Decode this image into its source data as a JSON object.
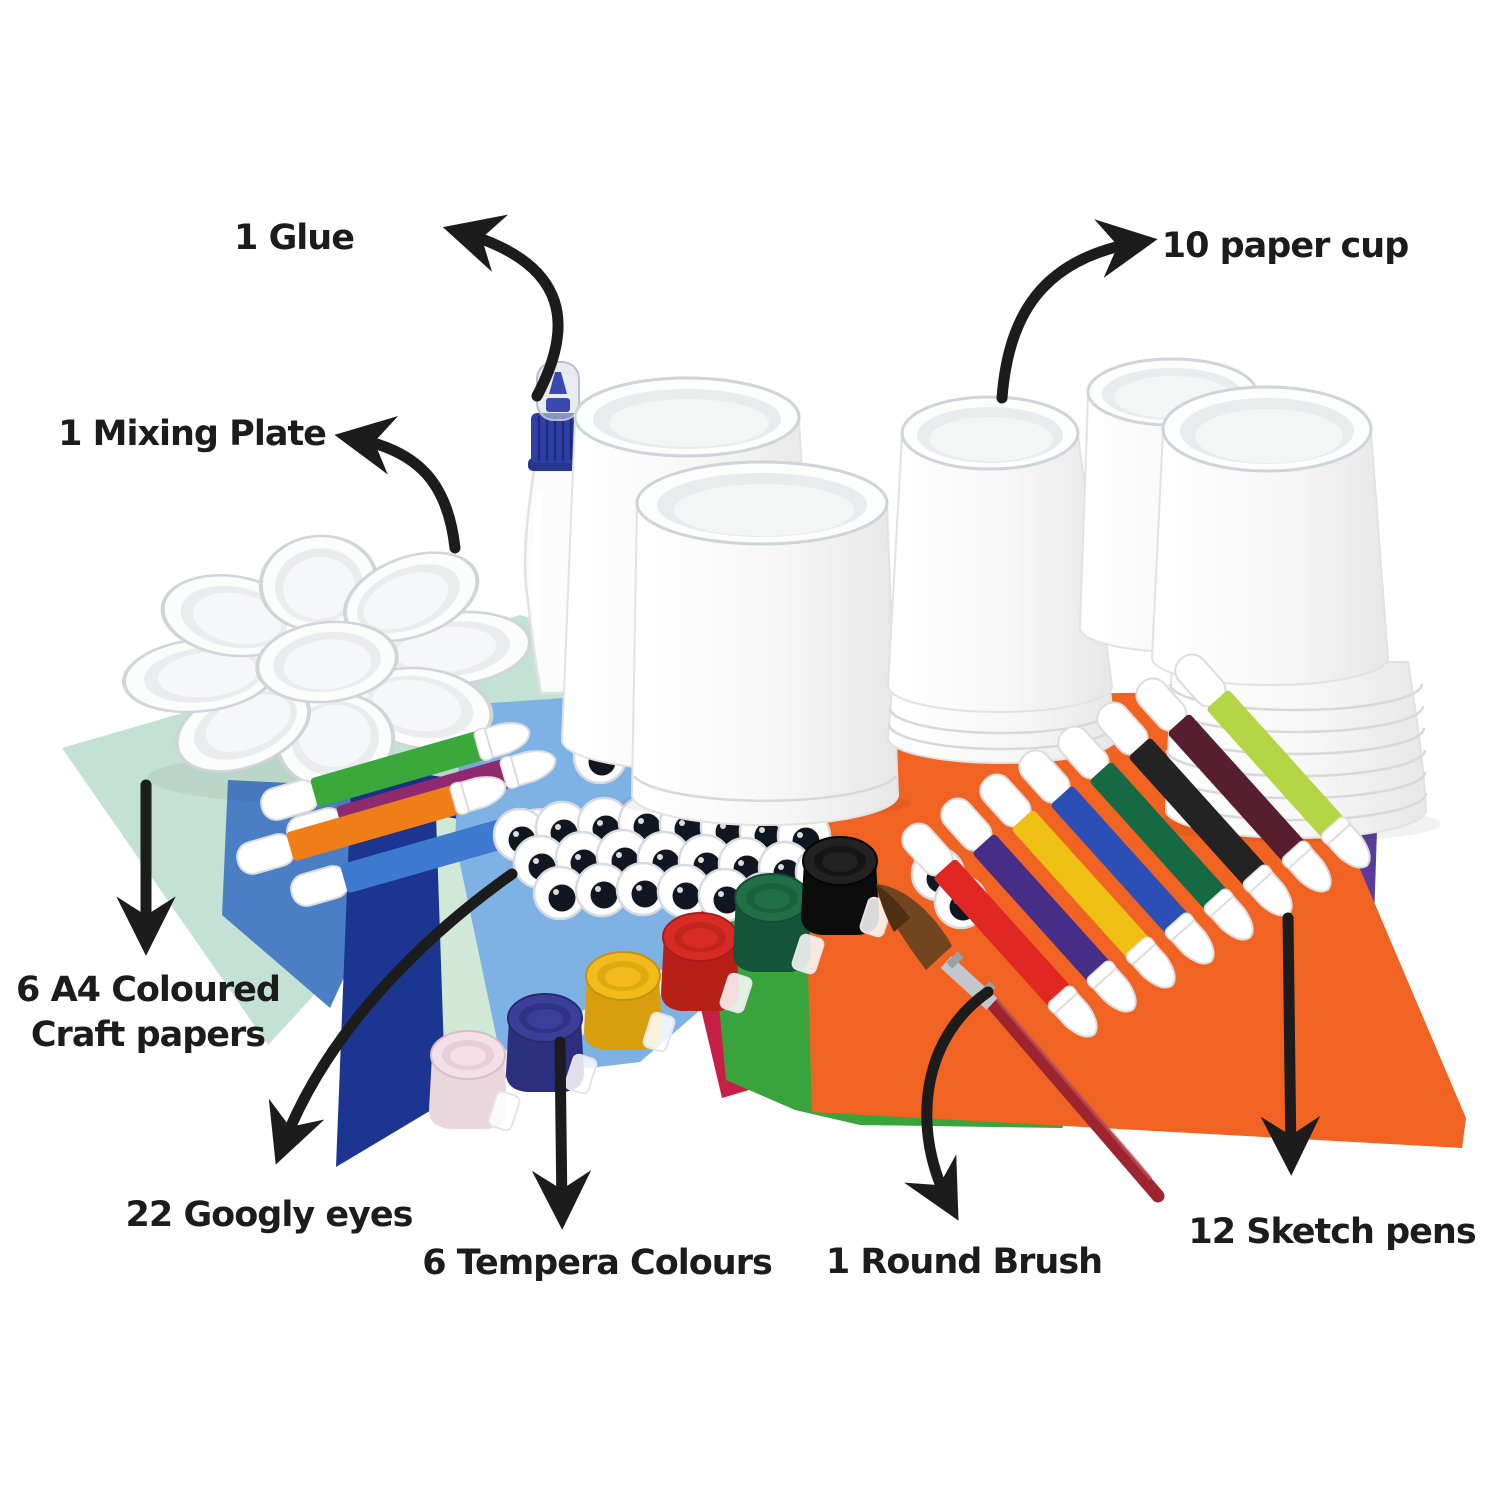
{
  "callouts": {
    "glue": {
      "label": "1 Glue"
    },
    "paper_cup": {
      "label": "10 paper cup"
    },
    "mixing_plate": {
      "label": "1 Mixing Plate"
    },
    "craft_papers": {
      "label_line1": "6 A4 Coloured",
      "label_line2": "Craft papers"
    },
    "googly_eyes": {
      "label": "22 Googly eyes"
    },
    "tempera": {
      "label": "6 Tempera Colours"
    },
    "round_brush": {
      "label": "1 Round Brush"
    },
    "sketch_pens": {
      "label": "12 Sketch pens"
    }
  },
  "colors": {
    "background": "#ffffff",
    "label_text": "#1c1c1c",
    "arrow": "#1c1c1c",
    "glue_cap": "#2e3fa8",
    "paper_mint": "#c3e2d4",
    "paper_blue": "#4a7fc6",
    "paper_navy": "#1c3590",
    "paper_pale_green": "#cfe9d6",
    "paper_light_blue": "#7fb2e4",
    "paper_crimson": "#c81f47",
    "paper_green": "#3aa43c",
    "paper_orange": "#f16322",
    "paper_purple": "#5a3d9a",
    "pen_green": "#3aa83a",
    "pen_magenta": "#8f2a6e",
    "pen_orange": "#ef7d18",
    "pen_blue": "#3d7ad0",
    "pen_red": "#e02723",
    "pen_violet": "#462d88",
    "pen_yellow": "#eec013",
    "pen_royal": "#2b4fb5",
    "pen_dark_green": "#156a43",
    "pen_black": "#232323",
    "pen_maroon": "#561e2e",
    "pen_lime": "#b5d644",
    "paint_pink": "#f2e0e6",
    "paint_indigo": "#3b3f9a",
    "paint_yellow": "#f2ba1a",
    "paint_red": "#d92b26",
    "paint_green": "#206f46",
    "paint_black": "#222222",
    "brush_handle": "#9e2430",
    "brush_ferrule": "#c3c6cd",
    "brush_bristles": "#70451f",
    "cup_white": "#ffffff"
  }
}
